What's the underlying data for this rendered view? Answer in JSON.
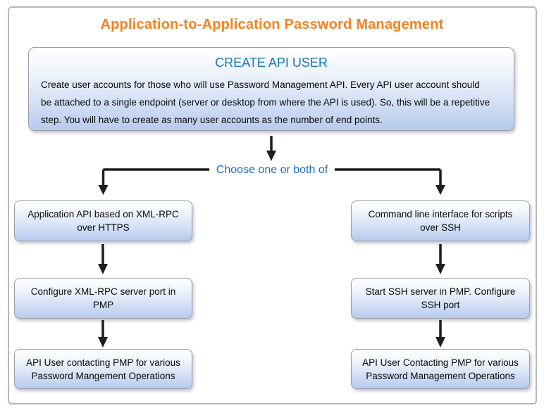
{
  "title": "Application-to-Application Password Management",
  "main_box": {
    "heading": "CREATE API USER",
    "body_lines": [
      "Create user accounts for those who will use Password Management  API. Every API user account should",
      "be attached to  a single endpoint (server or desktop from where the API is used). So, this will be a repetitive",
      "step. You will have to create as many user accounts as the number of end points."
    ]
  },
  "branch": {
    "label": "Choose one or both of"
  },
  "left_column": {
    "steps": [
      "Application API based on XML-RPC over HTTPS",
      "Configure XML-RPC server port in PMP",
      "API  User contacting PMP for various Password Mangement Operations"
    ]
  },
  "right_column": {
    "steps": [
      "Command line interface for scripts over SSH",
      "Start SSH server in PMP. Configure SSH port",
      "API User Contacting PMP for various Password Management Operations"
    ]
  },
  "colors": {
    "title_text": "#F5821F",
    "heading_text": "#1B75BB",
    "branch_label_text": "#1A6FC4",
    "box_gradient_top": "#FFFFFF",
    "box_gradient_bottom": "#B7CBEE",
    "box_border": "#9AA0A8",
    "arrow": "#1E1E1E",
    "frame_border": "#B6B6B6"
  }
}
